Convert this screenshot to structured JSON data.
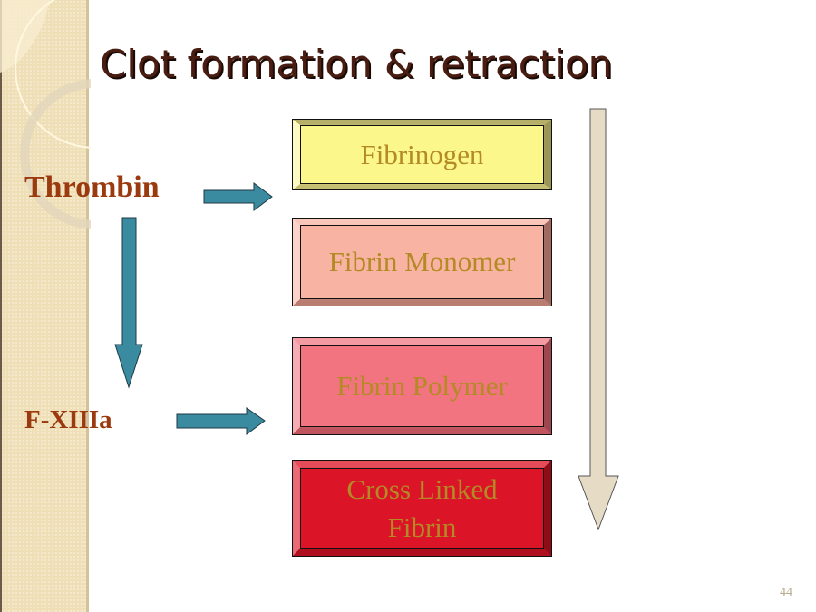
{
  "slide": {
    "title": "Clot formation & retraction",
    "page_number": "44"
  },
  "enzymes": [
    {
      "label": "Thrombin"
    },
    {
      "label": "F-XIIIa"
    }
  ],
  "stages": [
    {
      "label": "Fibrinogen",
      "face": "#fbf78a",
      "top": "#b5af6a",
      "left": "#fdfbc3",
      "right": "#9b9655",
      "bottom": "#c4be72"
    },
    {
      "label": "Fibrin Monomer",
      "face": "#f8b3a2",
      "top": "#f9c7ba",
      "left": "#fbd3c8",
      "right": "#a06a60",
      "bottom": "#b87c70"
    },
    {
      "label": "Fibrin Polymer",
      "face": "#f27480",
      "top": "#f59aa3",
      "left": "#f8acb3",
      "right": "#9c4650",
      "bottom": "#c0545f"
    },
    {
      "label": "Cross Linked Fibrin",
      "face": "#dc1428",
      "top": "#e54c5a",
      "left": "#ea6a76",
      "right": "#8e0c18",
      "bottom": "#b00f20"
    }
  ],
  "colors": {
    "arrow_teal": "#3a8aa0",
    "arrow_beige": "#e6dcc6",
    "text_gold": "#b38a24",
    "label_rust": "#9a3a0e"
  }
}
